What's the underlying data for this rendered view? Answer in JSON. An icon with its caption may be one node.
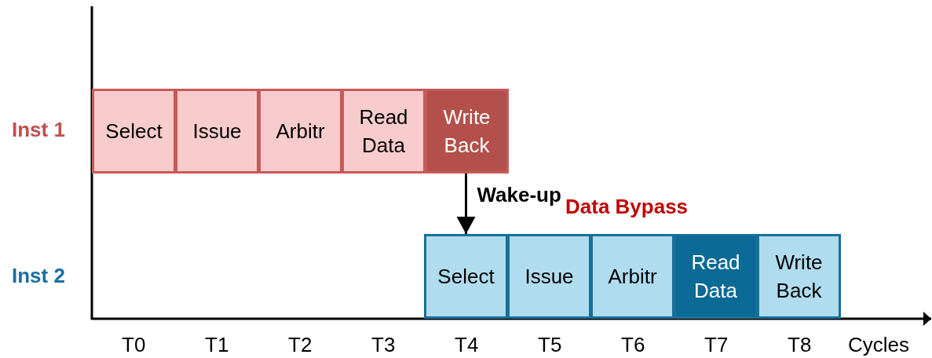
{
  "diagram": {
    "nodes": [
      {
        "text": [
          "Select"
        ]
      },
      {
        "text": [
          "Issue"
        ]
      },
      {
        "text": [
          "Arbitr"
        ]
      },
      {
        "text": [
          "Read Data"
        ]
      },
      {
        "text": [
          "Write Back"
        ]
      },
      {
        "text": [
          "Select"
        ]
      },
      {
        "text": [
          "Issue"
        ]
      },
      {
        "text": [
          "Arbitr"
        ]
      },
      {
        "text": [
          "Read Data"
        ]
      },
      {
        "text": [
          "Write Back"
        ]
      }
    ],
    "edges": [
      {
        "from": 4,
        "to": 5,
        "arrow": "to",
        "label": "Wake-up"
      }
    ],
    "labels": [
      "Inst 1",
      "Data Bypass",
      "Inst 2",
      "T0",
      "T1",
      "T2",
      "T3",
      "T4",
      "T5",
      "T6",
      "T7",
      "T8",
      "Cycles"
    ]
  }
}
